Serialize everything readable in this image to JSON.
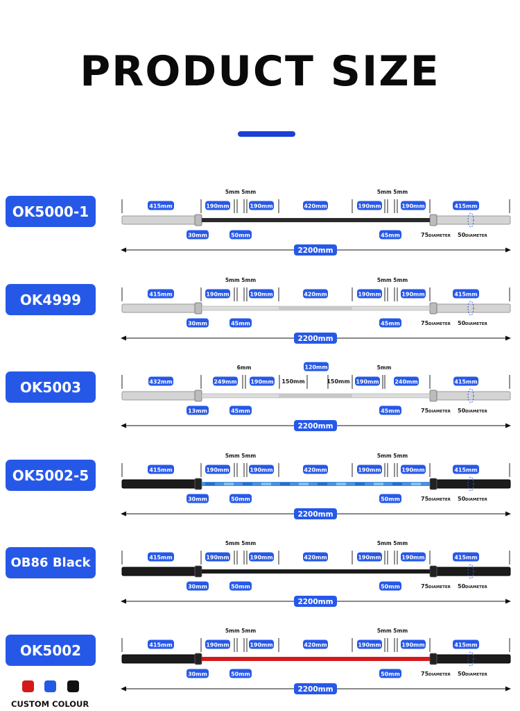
{
  "title": "PRODUCT SIZE",
  "colors": {
    "accent": "#2658e8",
    "swatch_red": "#d31a1a",
    "swatch_blue": "#2459e6",
    "swatch_black": "#111111"
  },
  "custom_colour_label": "CUSTOM COLOUR",
  "models": [
    {
      "name": "OK5000-1",
      "bar_style": "silver-black",
      "top_small": [
        "5mm 5mm",
        "5mm 5mm"
      ],
      "segments": [
        "415mm",
        "190mm",
        "190mm",
        "420mm",
        "190mm",
        "190mm",
        "415mm"
      ],
      "bottom": [
        "30mm",
        "50mm",
        "45mm"
      ],
      "diameter_left": "75",
      "diameter_right": "50",
      "diameter_word": "DIAMETER",
      "total": "2200mm"
    },
    {
      "name": "OK4999",
      "bar_style": "silver",
      "top_small": [
        "5mm 5mm",
        "5mm 5mm"
      ],
      "segments": [
        "415mm",
        "190mm",
        "190mm",
        "420mm",
        "190mm",
        "190mm",
        "415mm"
      ],
      "bottom": [
        "30mm",
        "45mm",
        "45mm"
      ],
      "diameter_left": "75",
      "diameter_right": "50",
      "diameter_word": "DIAMETER",
      "total": "2200mm"
    },
    {
      "name": "OK5003",
      "bar_style": "silver",
      "top_small": [
        "6mm",
        "5mm"
      ],
      "center_top": "120mm",
      "segments": [
        "432mm",
        "249mm",
        "190mm",
        "150mm",
        "150mm",
        "190mm",
        "240mm",
        "415mm"
      ],
      "bottom": [
        "13mm",
        "45mm",
        "45mm"
      ],
      "diameter_left": "75",
      "diameter_right": "50",
      "diameter_word": "DIAMETER",
      "total": "2200mm"
    },
    {
      "name": "OK5002-5",
      "bar_style": "black-bluecamo",
      "top_small": [
        "5mm 5mm",
        "5mm 5mm"
      ],
      "segments": [
        "415mm",
        "190mm",
        "190mm",
        "420mm",
        "190mm",
        "190mm",
        "415mm"
      ],
      "bottom": [
        "30mm",
        "50mm",
        "50mm"
      ],
      "diameter_left": "75",
      "diameter_right": "50",
      "diameter_word": "DIAMETER",
      "total": "2200mm"
    },
    {
      "name": "OB86 Black",
      "bar_style": "black",
      "top_small": [
        "5mm 5mm",
        "5mm 5mm"
      ],
      "segments": [
        "415mm",
        "190mm",
        "190mm",
        "420mm",
        "190mm",
        "190mm",
        "415mm"
      ],
      "bottom": [
        "30mm",
        "50mm",
        "50mm"
      ],
      "diameter_left": "75",
      "diameter_right": "50",
      "diameter_word": "DIAMETER",
      "total": "2200mm"
    },
    {
      "name": "OK5002",
      "bar_style": "black-red",
      "top_small": [
        "5mm 5mm",
        "5mm 5mm"
      ],
      "segments": [
        "415mm",
        "190mm",
        "190mm",
        "420mm",
        "190mm",
        "190mm",
        "415mm"
      ],
      "bottom": [
        "30mm",
        "50mm",
        "50mm"
      ],
      "diameter_left": "75",
      "diameter_right": "50",
      "diameter_word": "DIAMETER",
      "total": "2200mm"
    }
  ]
}
